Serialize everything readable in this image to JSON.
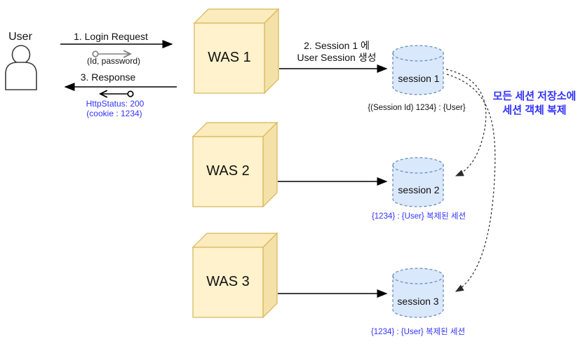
{
  "user": {
    "label": "User"
  },
  "messages": {
    "login": {
      "label": "1. Login Request",
      "payload": "(Id, password)"
    },
    "response": {
      "label": "3. Response",
      "status": "HttpStatus: 200",
      "cookie": "(cookie : 1234)"
    },
    "session_create": {
      "line1": "2.  Session 1 에",
      "line2": "User Session 생성"
    },
    "replication_note": {
      "line1": "모든 세션 저장소에",
      "line2": "세션 객체 복제"
    }
  },
  "servers": [
    {
      "label": "WAS 1"
    },
    {
      "label": "WAS 2"
    },
    {
      "label": "WAS 3"
    }
  ],
  "sessions": [
    {
      "label": "session 1",
      "caption": "{(Session Id) 1234} : {User}"
    },
    {
      "label": "session 2",
      "caption": "{1234} : {User}  복제된 세션"
    },
    {
      "label": "session 3",
      "caption": "{1234} : {User}  복제된 세션"
    }
  ],
  "colors": {
    "server_fill": "#FFF2CC",
    "server_fill_top": "#FBEBBD",
    "server_fill_side": "#F4E1A8",
    "server_stroke": "#D6B656",
    "session_fill": "#DAE8FC",
    "session_stroke": "#6C8EBF",
    "blue_text": "#3333FF",
    "line": "#000000"
  }
}
